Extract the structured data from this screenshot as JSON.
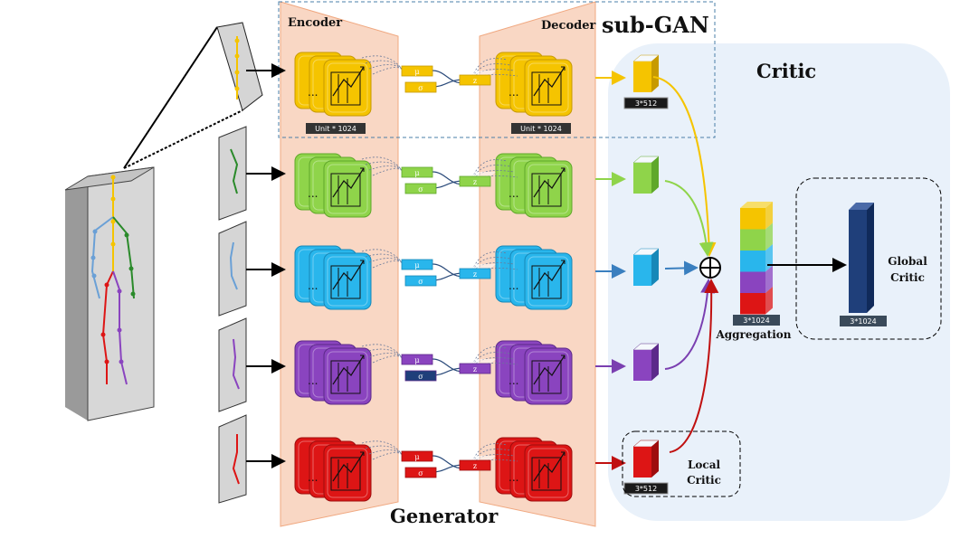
{
  "labels": {
    "encoder": "Encoder",
    "decoder": "Decoder",
    "sub_gan": "sub-GAN",
    "critic": "Critic",
    "generator": "Generator",
    "aggregation": "Aggregation",
    "global_critic_line1": "Global",
    "global_critic_line2": "Critic",
    "local_critic_line1": "Local",
    "local_critic_line2": "Critic",
    "enc_unit": "Unit * 1024",
    "dec_unit": "Unit * 1024",
    "feat_top": "3*512",
    "feat_bottom": "3*512",
    "agg_dim": "3*1024",
    "global_dim": "3*1024"
  },
  "branches": [
    {
      "name": "torso",
      "color": "#f5c400",
      "dark": "#c79a00"
    },
    {
      "name": "right-arm",
      "color": "#8fd44a",
      "dark": "#5fa82a"
    },
    {
      "name": "left-arm",
      "color": "#29b6ec",
      "dark": "#1788b8"
    },
    {
      "name": "left-leg",
      "color": "#8a44bf",
      "dark": "#5c2a8a"
    },
    {
      "name": "right-leg",
      "color": "#dd1515",
      "dark": "#9e0d0d"
    }
  ],
  "aggregation_colors": [
    "#f5c400",
    "#8fd44a",
    "#29b6ec",
    "#8a44bf",
    "#dd1515"
  ],
  "global_critic_color": "#1f3f7a",
  "critic_panel_color": "#e9f1fa",
  "generator_panel_color": "#f9d7c4"
}
